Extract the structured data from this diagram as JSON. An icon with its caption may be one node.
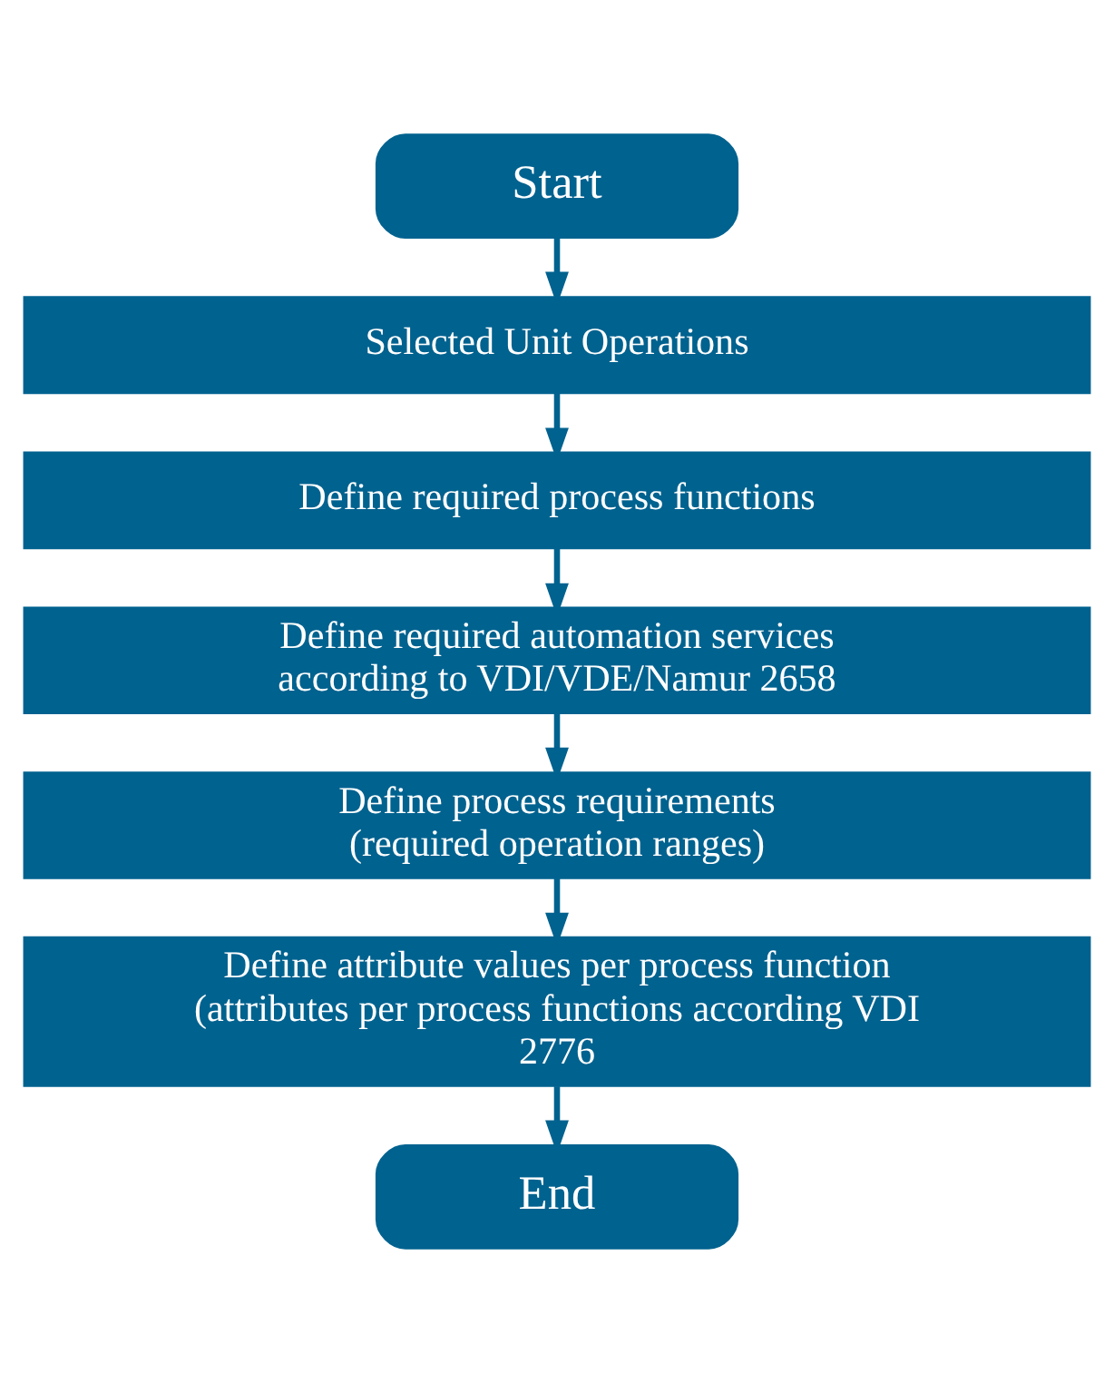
{
  "diagram": {
    "nodes": [
      {
        "text": [
          "Start"
        ]
      },
      {
        "text": [
          "Selected Unit Operations"
        ]
      },
      {
        "text": [
          "Define required process functions"
        ]
      },
      {
        "text": [
          "Define required automation services according to VDI/VDE/Namur 2658"
        ]
      },
      {
        "text": [
          "Define process requirements (required operation ranges)"
        ]
      },
      {
        "text": [
          "Define attribute values per process function (attributes per process functions according VDI 2776"
        ]
      },
      {
        "text": [
          "End"
        ]
      }
    ],
    "edges": [
      {
        "from": 0,
        "to": 1,
        "arrow": "to"
      },
      {
        "from": 1,
        "to": 2,
        "arrow": "to"
      },
      {
        "from": 2,
        "to": 3,
        "arrow": "to"
      },
      {
        "from": 3,
        "to": 4,
        "arrow": "to"
      },
      {
        "from": 4,
        "to": 5,
        "arrow": "to"
      },
      {
        "from": 5,
        "to": 6,
        "arrow": "to"
      }
    ]
  }
}
